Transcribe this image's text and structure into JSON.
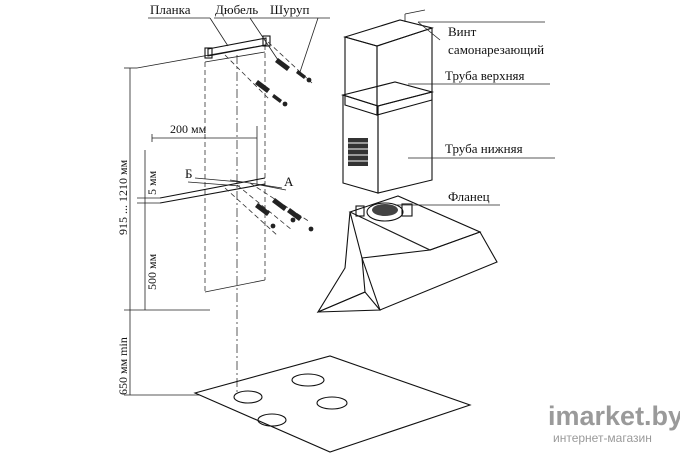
{
  "labels": {
    "plank": "Планка",
    "dowel": "Дюбель",
    "screw": "Шуруп",
    "self_tapping_screw_line1": "Винт",
    "self_tapping_screw_line2": "самонарезающий",
    "upper_pipe": "Труба верхняя",
    "lower_pipe": "Труба нижняя",
    "flange": "Фланец",
    "point_b": "Б",
    "point_a": "А"
  },
  "dimensions": {
    "width_200": "200 мм",
    "gap_5": "5 мм",
    "height_range": "915 ... 1210 мм",
    "height_500": "500 мм",
    "height_min_650": "650 мм min"
  },
  "watermark": {
    "brand": "imarket.by",
    "tagline": "интернет-магазин",
    "color": "#9a9a9a"
  }
}
